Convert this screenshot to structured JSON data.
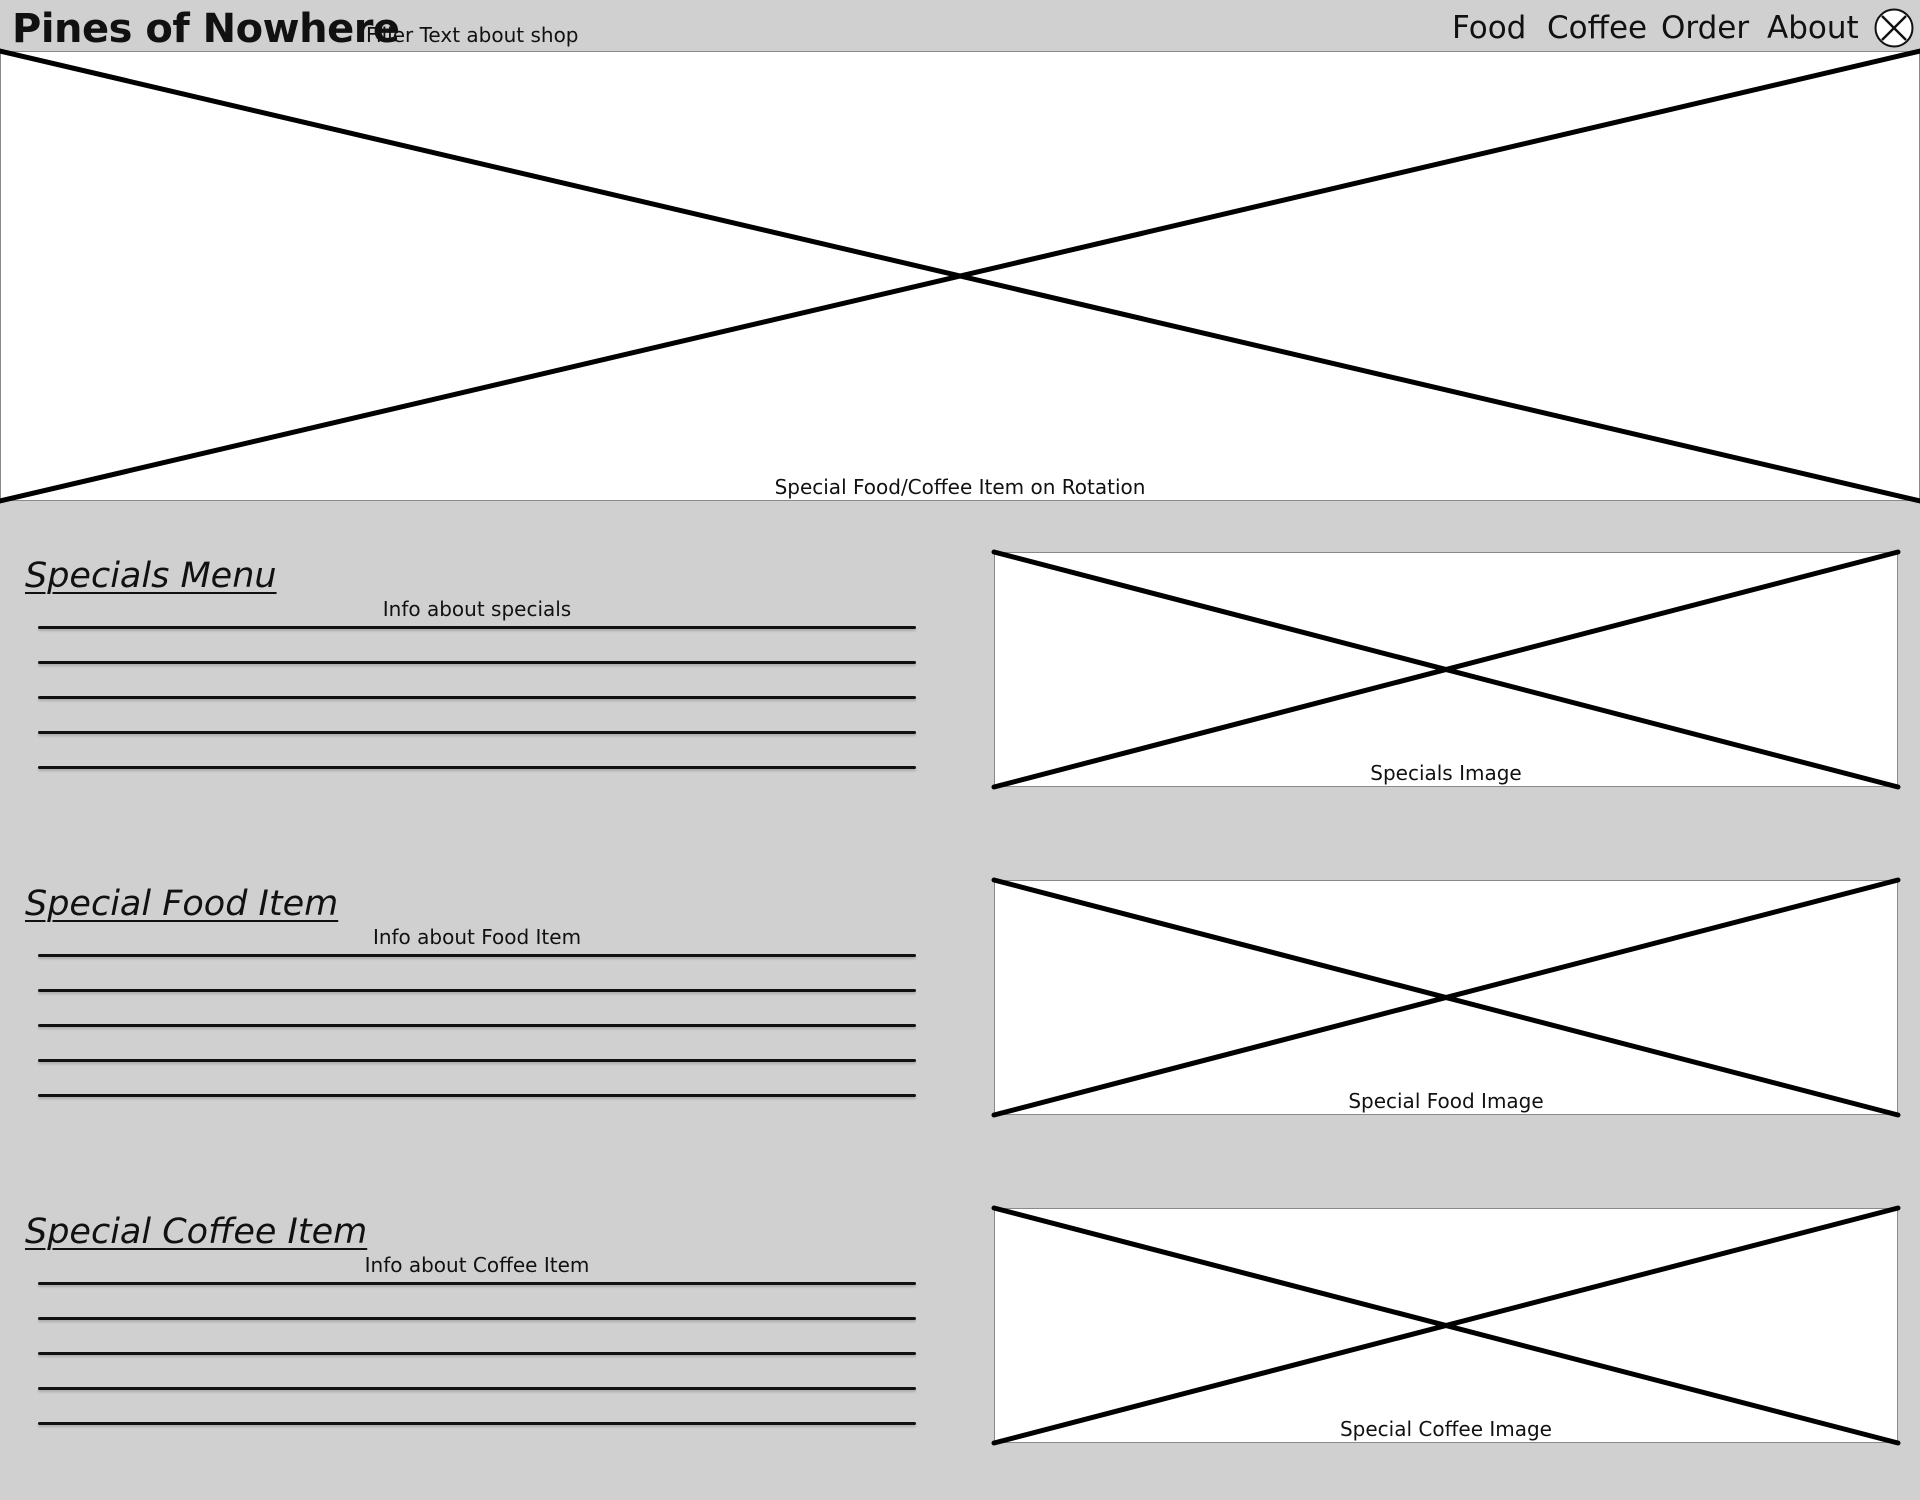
{
  "header": {
    "brand": "Pines of Nowhere",
    "tagline": "Filler Text about shop",
    "nav": [
      "Food",
      "Coffee",
      "Order",
      "About"
    ],
    "close_icon": "close-circle-icon"
  },
  "hero": {
    "caption": "Special Food/Coffee Item on Rotation"
  },
  "sections": [
    {
      "title": "Specials Menu",
      "info": "Info about specials",
      "image_caption": "Specials Image"
    },
    {
      "title": "Special Food Item",
      "info": "Info about Food Item",
      "image_caption": "Special Food Image"
    },
    {
      "title": "Special Coffee Item",
      "info": "Info about Coffee Item",
      "image_caption": "Special Coffee Image"
    }
  ],
  "colors": {
    "page_background": "#d0d0d0",
    "placeholder_fill": "#ffffff",
    "ink": "#111111"
  }
}
